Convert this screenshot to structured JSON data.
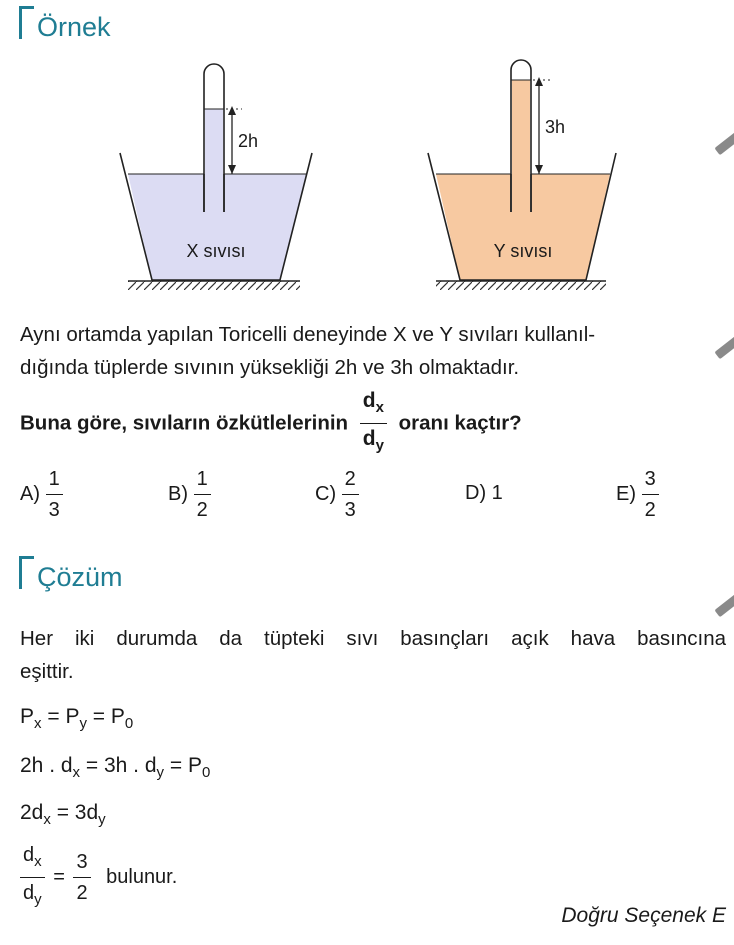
{
  "example_heading": "Örnek",
  "figure": {
    "left": {
      "height_label": "2h",
      "liquid_label": "X sıvısı",
      "fill": "#dcdcf3"
    },
    "right": {
      "height_label": "3h",
      "liquid_label": "Y sıvısı",
      "fill": "#f7c9a1"
    }
  },
  "question": {
    "line1": "Aynı ortamda yapılan Toricelli deneyinde X ve Y sıvıları kullanıl-",
    "line2": "dığında tüplerde sıvının yüksekliği 2h ve 3h olmaktadır.",
    "prompt_before": "Buna göre, sıvıların özkütlelerinin",
    "frac_num": "dx",
    "frac_den": "dy",
    "prompt_after": "oranı kaçtır?"
  },
  "options": [
    {
      "label": "A)",
      "num": "1",
      "den": "3"
    },
    {
      "label": "B)",
      "num": "1",
      "den": "2"
    },
    {
      "label": "C)",
      "num": "2",
      "den": "3"
    },
    {
      "label": "D) 1"
    },
    {
      "label": "E)",
      "num": "3",
      "den": "2"
    }
  ],
  "solution_heading": "Çözüm",
  "solution": {
    "line1": "Her iki durumda da tüpteki sıvı basınçları açık hava basıncına",
    "line2": "eşittir.",
    "eq1": {
      "a": "P",
      "a_sub": "x",
      "eq": " = ",
      "b": "P",
      "b_sub": "y",
      "eq2": " = ",
      "c": "P",
      "c_sub": "0"
    },
    "eq2": {
      "a": "2h . d",
      "a_sub": "x",
      "mid": " = 3h . d",
      "b_sub": "y",
      "eq": " = P",
      "c_sub": "0"
    },
    "eq3": {
      "a": "2d",
      "a_sub": "x",
      "mid": " = 3d",
      "b_sub": "y"
    },
    "eq4": {
      "num": "d",
      "num_sub": "x",
      "den": "d",
      "den_sub": "y",
      "eq": "=",
      "rnum": "3",
      "rden": "2",
      "tail": "bulunur."
    }
  },
  "answer": "Doğru Seçenek E",
  "colors": {
    "accent": "#1f7d93"
  }
}
